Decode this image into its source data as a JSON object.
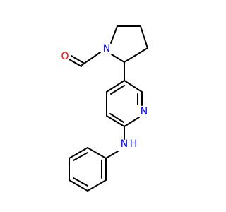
{
  "molecule": {
    "atoms": {
      "oxygen": {
        "symbol": "O",
        "color": "#ff0000"
      },
      "pyrrolidine_nitrogen": {
        "symbol": "N",
        "color": "#0000ff"
      },
      "pyridine_nitrogen": {
        "symbol": "N",
        "color": "#0000ff"
      },
      "amine_nitrogen": {
        "symbol": "N",
        "color": "#0000ff"
      },
      "amine_hydrogen": {
        "symbol": "H",
        "color": "#0000ff"
      }
    },
    "bond_color": "#000000"
  }
}
